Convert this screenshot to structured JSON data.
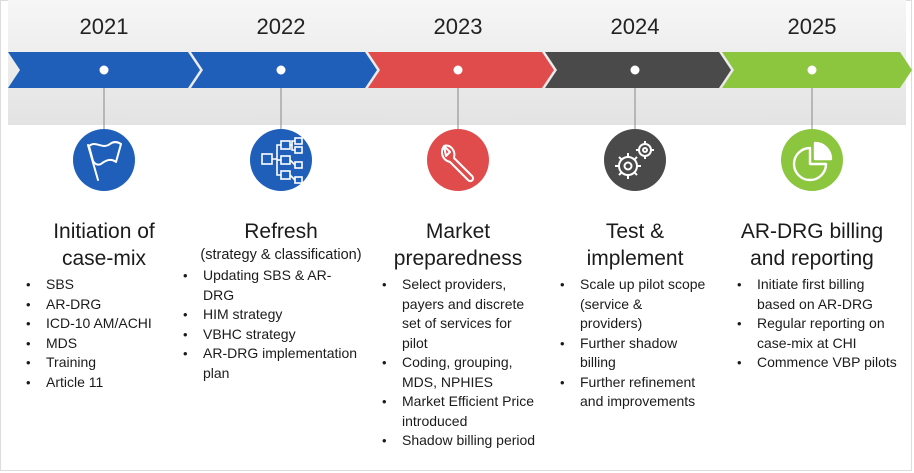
{
  "timeline": [
    {
      "year": "2021",
      "color": "#1f5fba",
      "icon": "flag-icon",
      "title_lines": [
        "Initiation of",
        "case-mix"
      ],
      "subtitle": "",
      "bullets": [
        "SBS",
        "AR-DRG",
        "ICD-10 AM/ACHI",
        "MDS",
        "Training",
        "Article 11"
      ]
    },
    {
      "year": "2022",
      "color": "#1f5fba",
      "icon": "hierarchy-icon",
      "title_lines": [
        "Refresh"
      ],
      "subtitle": "(strategy & classification)",
      "bullets": [
        "Updating SBS & AR-DRG",
        "HIM strategy",
        "VBHC strategy",
        "AR-DRG implementation plan"
      ]
    },
    {
      "year": "2023",
      "color": "#e04c4c",
      "icon": "wrench-icon",
      "title_lines": [
        "Market",
        "preparedness"
      ],
      "subtitle": "",
      "bullets": [
        "Select providers, payers and discrete set of services for pilot",
        "Coding, grouping, MDS, NPHIES",
        "Market Efficient Price introduced",
        "Shadow billing period"
      ]
    },
    {
      "year": "2024",
      "color": "#4a4a4a",
      "icon": "gears-icon",
      "title_lines": [
        "Test &",
        "implement"
      ],
      "subtitle": "",
      "bullets": [
        "Scale up pilot scope (service & providers)",
        "Further shadow billing",
        "Further refinement and improvements"
      ]
    },
    {
      "year": "2025",
      "color": "#8cc63f",
      "icon": "pie-chart-icon",
      "title_lines": [
        "AR-DRG billing",
        "and reporting"
      ],
      "subtitle": "",
      "bullets": [
        "Initiate first billing based on AR-DRG",
        "Regular reporting on case-mix at CHI",
        "Commence VBP pilots"
      ]
    }
  ],
  "colors": {
    "band_background": "#ececec",
    "dot": "#ffffff",
    "connector": "#888888"
  }
}
